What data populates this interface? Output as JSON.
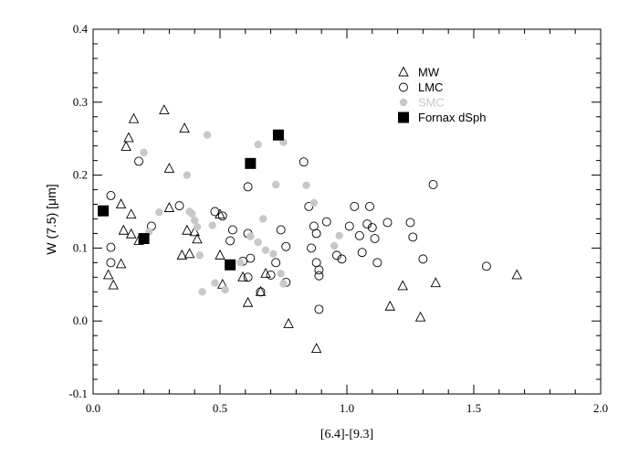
{
  "chart_data": {
    "type": "scatter",
    "xlabel": "[6.4]-[9.3]",
    "ylabel": "W (7.5) [μm]",
    "xlim": [
      0.0,
      2.0
    ],
    "ylim": [
      -0.1,
      0.4
    ],
    "x_ticks": [
      "0.0",
      "0.5",
      "1.0",
      "1.5",
      "2.0"
    ],
    "x_tick_values": [
      0.0,
      0.5,
      1.0,
      1.5,
      2.0
    ],
    "y_ticks": [
      "-0.1",
      "0.0",
      "0.1",
      "0.2",
      "0.3",
      "0.4"
    ],
    "y_tick_values": [
      -0.1,
      0.0,
      0.1,
      0.2,
      0.3,
      0.4
    ],
    "grid": false,
    "legend_position": "top-right",
    "series": [
      {
        "name": "MW",
        "marker": "triangle-open",
        "color": "#000000",
        "points": [
          [
            0.06,
            0.063
          ],
          [
            0.08,
            0.049
          ],
          [
            0.11,
            0.078
          ],
          [
            0.12,
            0.124
          ],
          [
            0.11,
            0.16
          ],
          [
            0.14,
            0.251
          ],
          [
            0.16,
            0.277
          ],
          [
            0.13,
            0.239
          ],
          [
            0.15,
            0.146
          ],
          [
            0.15,
            0.119
          ],
          [
            0.18,
            0.11
          ],
          [
            0.28,
            0.289
          ],
          [
            0.3,
            0.209
          ],
          [
            0.36,
            0.264
          ],
          [
            0.3,
            0.155
          ],
          [
            0.35,
            0.09
          ],
          [
            0.38,
            0.092
          ],
          [
            0.4,
            0.122
          ],
          [
            0.41,
            0.112
          ],
          [
            0.37,
            0.124
          ],
          [
            0.5,
            0.146
          ],
          [
            0.5,
            0.09
          ],
          [
            0.51,
            0.05
          ],
          [
            0.59,
            0.06
          ],
          [
            0.61,
            0.025
          ],
          [
            0.66,
            0.04
          ],
          [
            0.68,
            0.065
          ],
          [
            0.77,
            -0.004
          ],
          [
            0.88,
            -0.038
          ],
          [
            1.17,
            0.02
          ],
          [
            1.22,
            0.048
          ],
          [
            1.29,
            0.005
          ],
          [
            1.35,
            0.052
          ],
          [
            1.67,
            0.063
          ]
        ]
      },
      {
        "name": "LMC",
        "marker": "circle-open",
        "color": "#000000",
        "points": [
          [
            0.07,
            0.172
          ],
          [
            0.07,
            0.101
          ],
          [
            0.07,
            0.08
          ],
          [
            0.18,
            0.219
          ],
          [
            0.23,
            0.13
          ],
          [
            0.34,
            0.158
          ],
          [
            0.48,
            0.15
          ],
          [
            0.51,
            0.144
          ],
          [
            0.54,
            0.11
          ],
          [
            0.55,
            0.125
          ],
          [
            0.59,
            0.082
          ],
          [
            0.61,
            0.184
          ],
          [
            0.61,
            0.12
          ],
          [
            0.62,
            0.086
          ],
          [
            0.61,
            0.06
          ],
          [
            0.66,
            0.04
          ],
          [
            0.7,
            0.063
          ],
          [
            0.72,
            0.08
          ],
          [
            0.74,
            0.125
          ],
          [
            0.76,
            0.102
          ],
          [
            0.76,
            0.053
          ],
          [
            0.83,
            0.218
          ],
          [
            0.85,
            0.157
          ],
          [
            0.86,
            0.1
          ],
          [
            0.87,
            0.13
          ],
          [
            0.88,
            0.12
          ],
          [
            0.88,
            0.08
          ],
          [
            0.89,
            0.07
          ],
          [
            0.89,
            0.062
          ],
          [
            0.89,
            0.016
          ],
          [
            0.92,
            0.136
          ],
          [
            0.96,
            0.09
          ],
          [
            0.98,
            0.085
          ],
          [
            1.01,
            0.13
          ],
          [
            1.03,
            0.157
          ],
          [
            1.05,
            0.117
          ],
          [
            1.06,
            0.094
          ],
          [
            1.08,
            0.133
          ],
          [
            1.09,
            0.157
          ],
          [
            1.1,
            0.128
          ],
          [
            1.11,
            0.113
          ],
          [
            1.12,
            0.08
          ],
          [
            1.16,
            0.135
          ],
          [
            1.25,
            0.135
          ],
          [
            1.26,
            0.115
          ],
          [
            1.3,
            0.085
          ],
          [
            1.34,
            0.187
          ],
          [
            1.55,
            0.075
          ]
        ]
      },
      {
        "name": "SMC",
        "marker": "circle-filled",
        "color": "#c8c8c8",
        "points": [
          [
            0.2,
            0.231
          ],
          [
            0.22,
            0.122
          ],
          [
            0.26,
            0.149
          ],
          [
            0.37,
            0.2
          ],
          [
            0.38,
            0.15
          ],
          [
            0.39,
            0.147
          ],
          [
            0.4,
            0.138
          ],
          [
            0.41,
            0.129
          ],
          [
            0.42,
            0.09
          ],
          [
            0.43,
            0.04
          ],
          [
            0.45,
            0.255
          ],
          [
            0.47,
            0.131
          ],
          [
            0.48,
            0.052
          ],
          [
            0.52,
            0.043
          ],
          [
            0.58,
            0.08
          ],
          [
            0.62,
            0.116
          ],
          [
            0.65,
            0.242
          ],
          [
            0.65,
            0.108
          ],
          [
            0.67,
            0.14
          ],
          [
            0.68,
            0.097
          ],
          [
            0.71,
            0.092
          ],
          [
            0.72,
            0.187
          ],
          [
            0.74,
            0.065
          ],
          [
            0.75,
            0.245
          ],
          [
            0.75,
            0.051
          ],
          [
            0.84,
            0.186
          ],
          [
            0.87,
            0.162
          ],
          [
            0.95,
            0.103
          ],
          [
            0.97,
            0.117
          ]
        ]
      },
      {
        "name": "Fornax dSph",
        "marker": "square-filled",
        "color": "#000000",
        "points": [
          [
            0.04,
            0.151
          ],
          [
            0.2,
            0.113
          ],
          [
            0.54,
            0.077
          ],
          [
            0.62,
            0.216
          ],
          [
            0.73,
            0.255
          ]
        ]
      }
    ]
  }
}
